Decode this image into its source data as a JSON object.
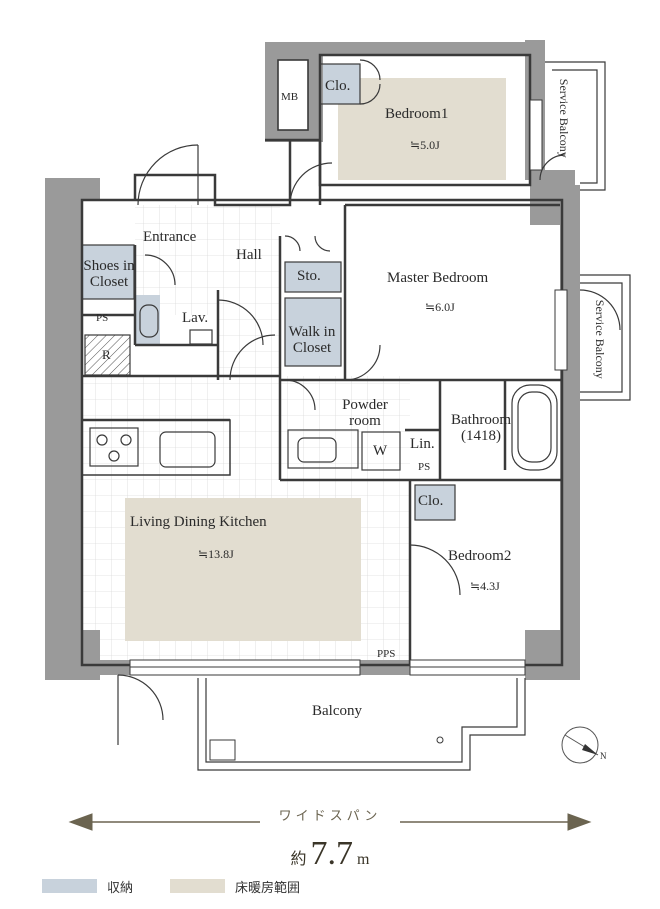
{
  "colors": {
    "wall": "#9a9a9a",
    "storage": "#c8d2dc",
    "floor_heating": "#e2ddd0",
    "line": "#3a3a3a",
    "accent": "#6b6450"
  },
  "rooms": {
    "bedroom1": {
      "name": "Bedroom1",
      "area": "≒5.0J"
    },
    "master": {
      "name": "Master Bedroom",
      "area": "≒6.0J"
    },
    "ldk": {
      "name": "Living Dining Kitchen",
      "area": "≒13.8J"
    },
    "bedroom2": {
      "name": "Bedroom2",
      "area": "≒4.3J"
    },
    "entrance": "Entrance",
    "hall": "Hall",
    "shoes": "Shoes in Closet",
    "lav": "Lav.",
    "sto": "Sto.",
    "walkin": "Walk in Closet",
    "powder": "Powder room",
    "bathroom": "Bathroom (1418)",
    "lin": "Lin.",
    "clo1": "Clo.",
    "clo2": "Clo.",
    "mb": "MB",
    "ps1": "PS",
    "ps2": "PS",
    "pps": "PPS",
    "w": "W",
    "r": "R",
    "balcony": "Balcony",
    "service1": "Service Balcony",
    "service2": "Service Balcony"
  },
  "compass": "N",
  "span": {
    "label": "ワイドスパン",
    "prefix": "約",
    "value": "7.7",
    "unit": "m"
  },
  "legend": [
    {
      "label": "収納",
      "color": "#c8d2dc"
    },
    {
      "label": "床暖房範囲",
      "color": "#e2ddd0"
    }
  ]
}
